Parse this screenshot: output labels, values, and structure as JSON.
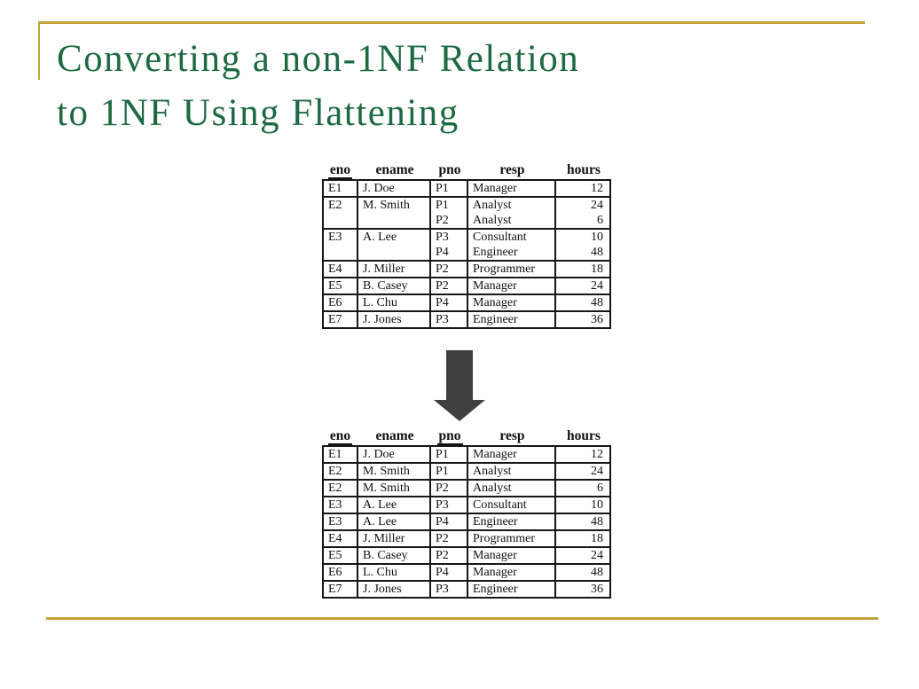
{
  "slide": {
    "title_line1": "Converting a non-1NF Relation",
    "title_line2": "to 1NF Using Flattening",
    "colors": {
      "title": "#1d6a42",
      "accent_gold": "#c3a43a",
      "arrow": "#3f3f3f",
      "table_border": "#161616"
    }
  },
  "arrow": {
    "direction": "down"
  },
  "tables": {
    "columns": [
      "eno",
      "ename",
      "pno",
      "resp",
      "hours"
    ],
    "non1nf": {
      "underlined_columns": [
        "eno"
      ],
      "groups": [
        {
          "eno": "E1",
          "ename": "J. Doe",
          "projects": [
            {
              "pno": "P1",
              "resp": "Manager",
              "hours": "12"
            }
          ]
        },
        {
          "eno": "E2",
          "ename": "M. Smith",
          "projects": [
            {
              "pno": "P1",
              "resp": "Analyst",
              "hours": "24"
            },
            {
              "pno": "P2",
              "resp": "Analyst",
              "hours": "6"
            }
          ]
        },
        {
          "eno": "E3",
          "ename": "A. Lee",
          "projects": [
            {
              "pno": "P3",
              "resp": "Consultant",
              "hours": "10"
            },
            {
              "pno": "P4",
              "resp": "Engineer",
              "hours": "48"
            }
          ]
        },
        {
          "eno": "E4",
          "ename": "J. Miller",
          "projects": [
            {
              "pno": "P2",
              "resp": "Programmer",
              "hours": "18"
            }
          ]
        },
        {
          "eno": "E5",
          "ename": "B. Casey",
          "projects": [
            {
              "pno": "P2",
              "resp": "Manager",
              "hours": "24"
            }
          ]
        },
        {
          "eno": "E6",
          "ename": "L. Chu",
          "projects": [
            {
              "pno": "P4",
              "resp": "Manager",
              "hours": "48"
            }
          ]
        },
        {
          "eno": "E7",
          "ename": "J. Jones",
          "projects": [
            {
              "pno": "P3",
              "resp": "Engineer",
              "hours": "36"
            }
          ]
        }
      ]
    },
    "flattened": {
      "underlined_columns": [
        "eno",
        "pno"
      ],
      "rows": [
        [
          "E1",
          "J. Doe",
          "P1",
          "Manager",
          "12"
        ],
        [
          "E2",
          "M. Smith",
          "P1",
          "Analyst",
          "24"
        ],
        [
          "E2",
          "M. Smith",
          "P2",
          "Analyst",
          "6"
        ],
        [
          "E3",
          "A. Lee",
          "P3",
          "Consultant",
          "10"
        ],
        [
          "E3",
          "A. Lee",
          "P4",
          "Engineer",
          "48"
        ],
        [
          "E4",
          "J. Miller",
          "P2",
          "Programmer",
          "18"
        ],
        [
          "E5",
          "B. Casey",
          "P2",
          "Manager",
          "24"
        ],
        [
          "E6",
          "L. Chu",
          "P4",
          "Manager",
          "48"
        ],
        [
          "E7",
          "J. Jones",
          "P3",
          "Engineer",
          "36"
        ]
      ]
    }
  }
}
